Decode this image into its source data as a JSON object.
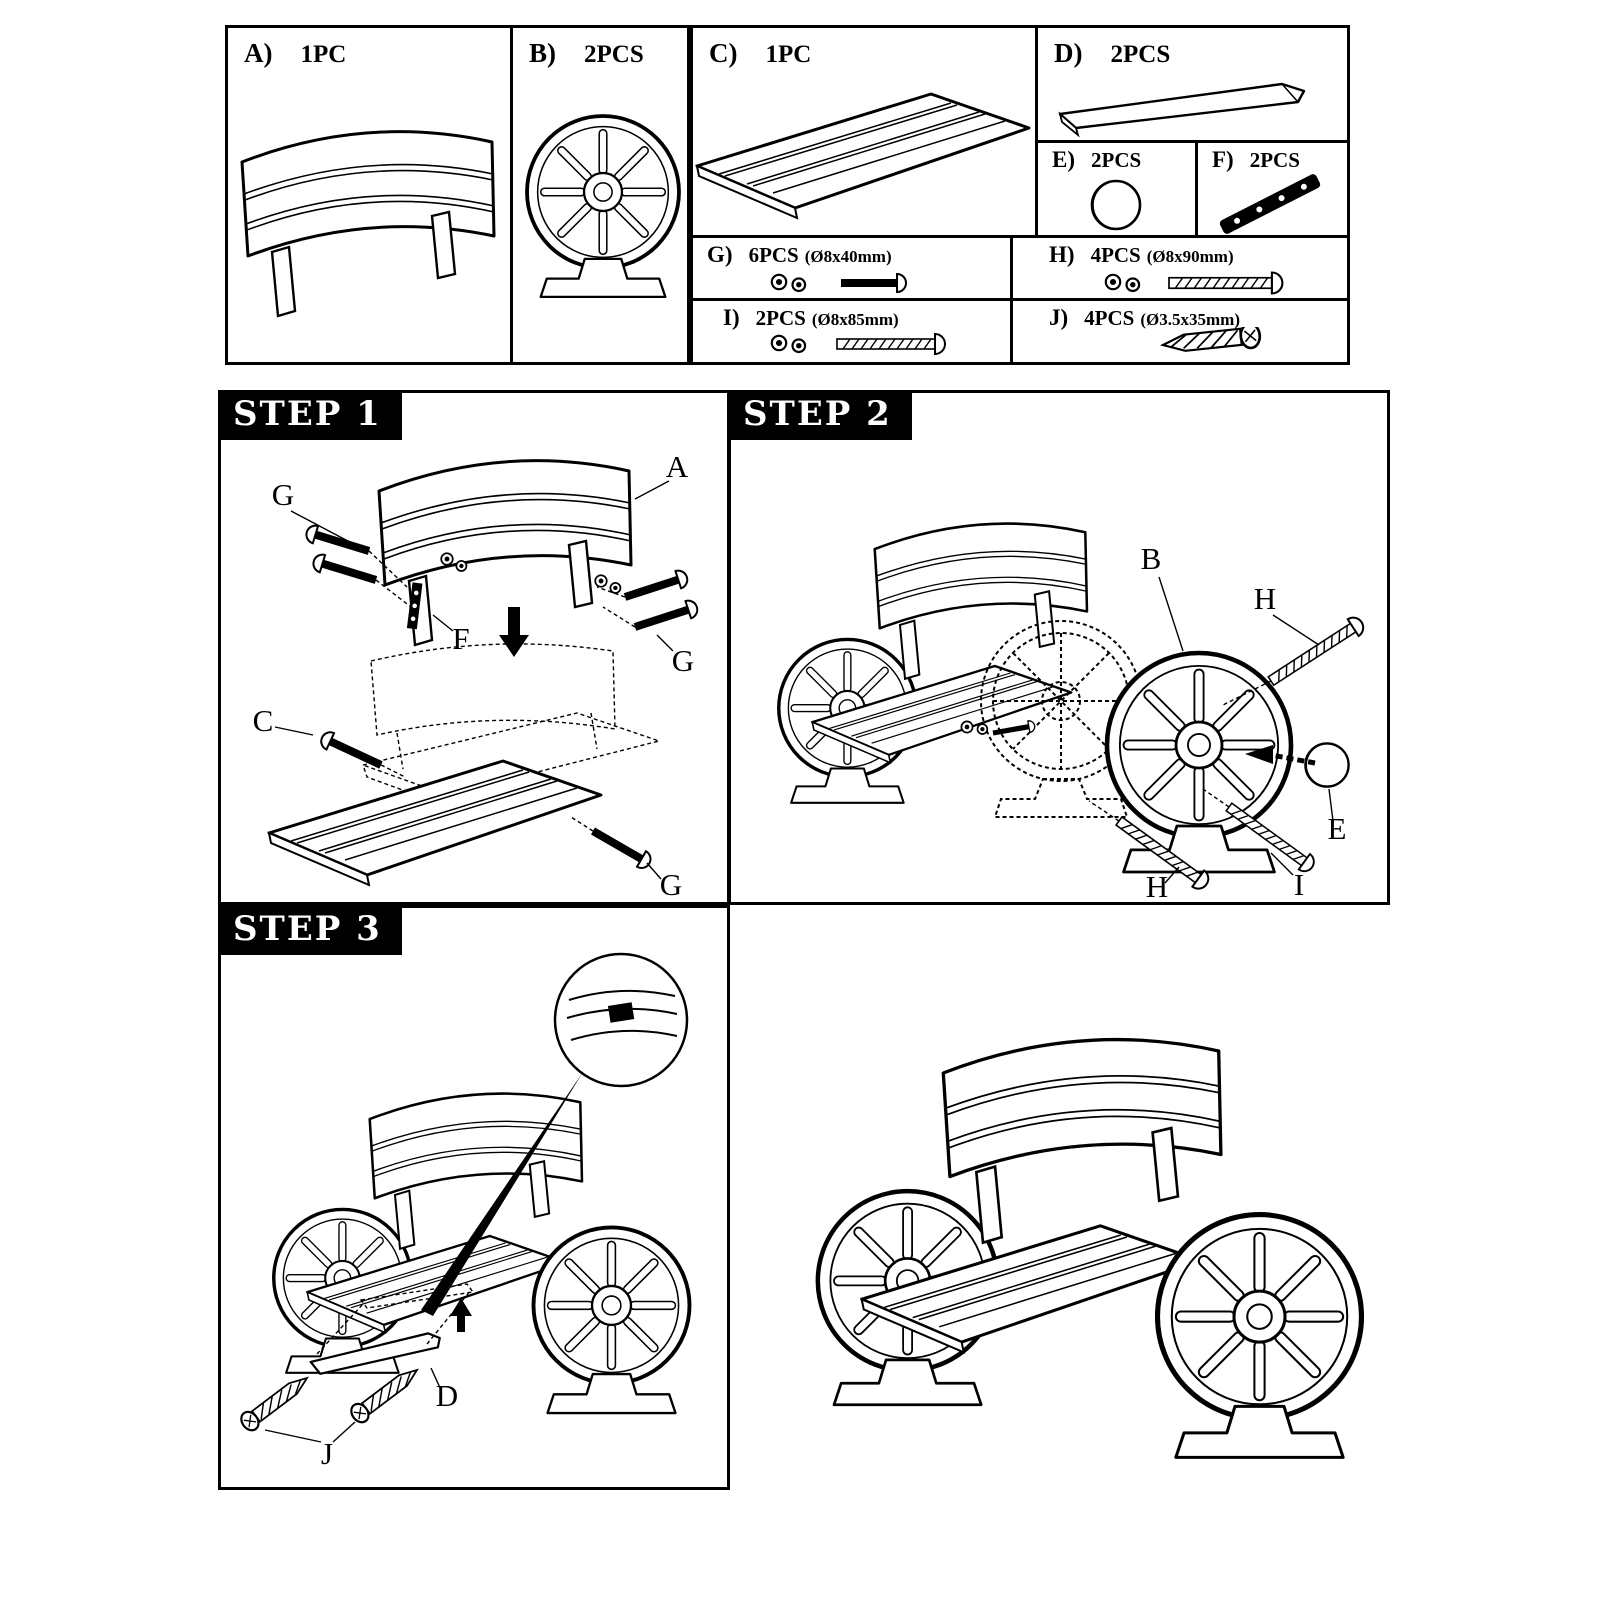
{
  "page": {
    "background": "#ffffff",
    "line_color": "#000000"
  },
  "parts_table": {
    "a": {
      "label": "A)",
      "qty": "1PC"
    },
    "b": {
      "label": "B)",
      "qty": "2PCS"
    },
    "c": {
      "label": "C)",
      "qty": "1PC"
    },
    "d": {
      "label": "D)",
      "qty": "2PCS"
    },
    "e": {
      "label": "E)",
      "qty": "2PCS"
    },
    "f": {
      "label": "F)",
      "qty": "2PCS"
    },
    "g": {
      "label": "G)",
      "qty": "6PCS",
      "size": "(Ø8x40mm)"
    },
    "h": {
      "label": "H)",
      "qty": "4PCS",
      "size": "(Ø8x90mm)"
    },
    "i": {
      "label": "I)",
      "qty": "2PCS",
      "size": "(Ø8x85mm)"
    },
    "j": {
      "label": "J)",
      "qty": "4PCS",
      "size": "(Ø3.5x35mm)"
    }
  },
  "steps": {
    "step1": {
      "title": "STEP 1",
      "callouts": [
        "G",
        "A",
        "F",
        "C",
        "G",
        "G"
      ]
    },
    "step2": {
      "title": "STEP 2",
      "callouts": [
        "B",
        "H",
        "E",
        "I",
        "H"
      ]
    },
    "step3": {
      "title": "STEP 3",
      "callouts": [
        "D",
        "J"
      ]
    }
  }
}
